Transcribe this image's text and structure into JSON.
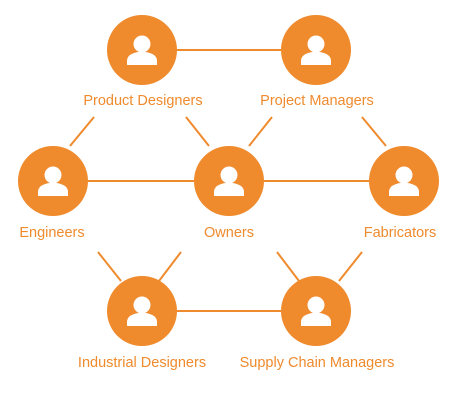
{
  "colors": {
    "accent": "#ef8a2d",
    "label": "#ef8a2d",
    "icon": "#ffffff",
    "background": "#ffffff"
  },
  "nodes": [
    {
      "id": "product-designers",
      "label": "Product Designers",
      "icon": "person-icon"
    },
    {
      "id": "project-managers",
      "label": "Project Managers",
      "icon": "person-icon"
    },
    {
      "id": "engineers",
      "label": "Engineers",
      "icon": "person-icon"
    },
    {
      "id": "owners",
      "label": "Owners",
      "icon": "person-icon"
    },
    {
      "id": "fabricators",
      "label": "Fabricators",
      "icon": "person-icon"
    },
    {
      "id": "industrial-designers",
      "label": "Industrial Designers",
      "icon": "person-icon"
    },
    {
      "id": "supply-chain-managers",
      "label": "Supply Chain Managers",
      "icon": "person-icon"
    }
  ],
  "links": [
    [
      "product-designers",
      "project-managers"
    ],
    [
      "product-designers",
      "engineers"
    ],
    [
      "product-designers",
      "owners"
    ],
    [
      "project-managers",
      "owners"
    ],
    [
      "project-managers",
      "fabricators"
    ],
    [
      "engineers",
      "owners"
    ],
    [
      "owners",
      "fabricators"
    ],
    [
      "engineers",
      "industrial-designers"
    ],
    [
      "owners",
      "industrial-designers"
    ],
    [
      "owners",
      "supply-chain-managers"
    ],
    [
      "fabricators",
      "supply-chain-managers"
    ],
    [
      "industrial-designers",
      "supply-chain-managers"
    ]
  ]
}
